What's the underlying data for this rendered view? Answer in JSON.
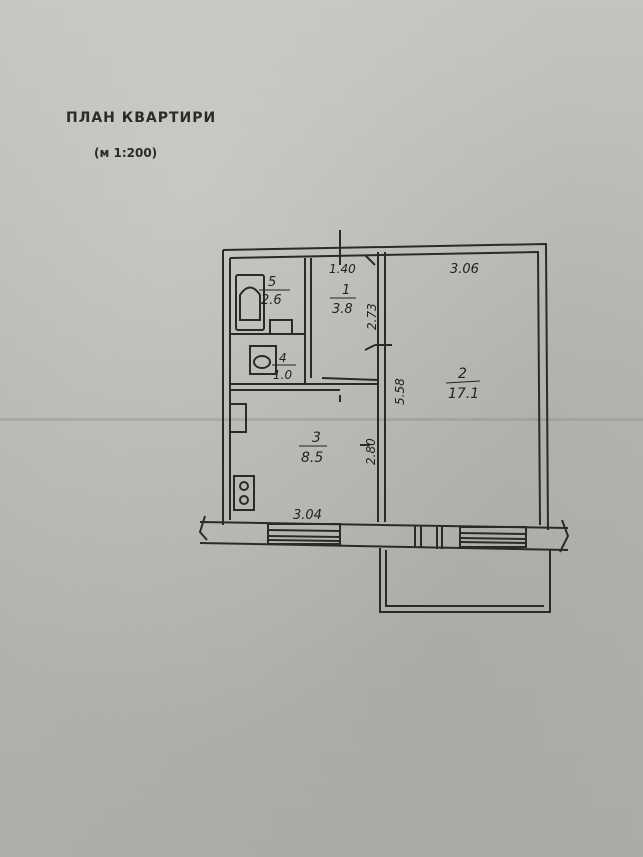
{
  "document": {
    "title": "ПЛАН КВАРТИРИ",
    "scale": "(м 1:200)"
  },
  "rooms": [
    {
      "number": "1",
      "area": "3.8"
    },
    {
      "number": "2",
      "area": "17.1"
    },
    {
      "number": "3",
      "area": "8.5"
    },
    {
      "number": "4",
      "area": "1.0"
    },
    {
      "number": "5",
      "area": "2.6"
    }
  ],
  "dimensions": {
    "corridor_width": "1.40",
    "corridor_length": "2.73",
    "room2_width": "3.06",
    "room2_length": "5.58",
    "kitchen_length": "2.80",
    "kitchen_width": "3.04"
  },
  "colors": {
    "paper": "#b9b8b3",
    "ink": "#2b2b2b"
  }
}
